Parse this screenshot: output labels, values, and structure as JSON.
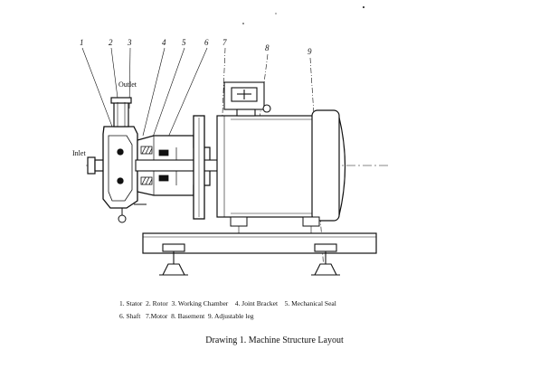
{
  "diagram": {
    "labels": {
      "outlet": "Outlet",
      "inlet": "Inlet"
    },
    "callouts": [
      "1",
      "2",
      "3",
      "4",
      "5",
      "6",
      "7",
      "8",
      "9"
    ],
    "legend": {
      "line1": "1. Stator  2. Rotor  3. Working Chamber    4. Joint Bracket    5. Mechanical Seal",
      "line2": "6. Shaft   7.Motor  8. Basement  9. Adjustable leg"
    },
    "caption": "Drawing 1.    Machine Structure Layout"
  }
}
